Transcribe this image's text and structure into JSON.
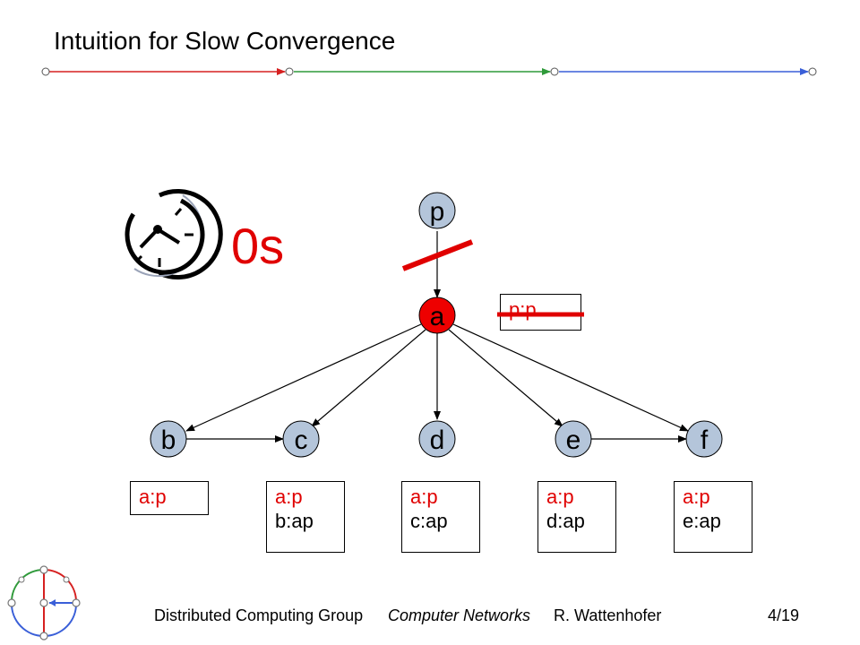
{
  "title": "Intuition for Slow Convergence",
  "colors": {
    "progress_red": "#d62020",
    "progress_green": "#2f9a3a",
    "progress_blue": "#3a5fd8",
    "node_fill": "#b4c5da",
    "node_active": "#ee0000",
    "accent_red": "#e00000"
  },
  "timer": {
    "icon": "stopwatch-icon",
    "label": "0s"
  },
  "nodes": {
    "p": "p",
    "a": "a",
    "b": "b",
    "c": "c",
    "d": "d",
    "e": "e",
    "f": "f"
  },
  "tables": {
    "a": [
      "p:p"
    ],
    "b": [
      "a:p"
    ],
    "c": [
      "a:p",
      "b:ap"
    ],
    "d": [
      "a:p",
      "c:ap"
    ],
    "e": [
      "a:p",
      "d:ap"
    ],
    "f": [
      "a:p",
      "e:ap"
    ]
  },
  "footer": {
    "group": "Distributed Computing Group",
    "course": "Computer Networks",
    "author": "R. Wattenhofer",
    "page": "4/19"
  },
  "logo": "dcg-logo-icon"
}
